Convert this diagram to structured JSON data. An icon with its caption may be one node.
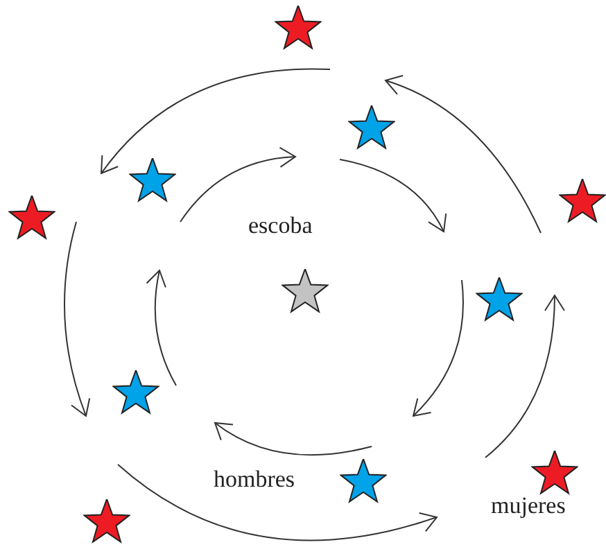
{
  "diagram": {
    "nodes": [
      {
        "text": [],
        "shape": "star"
      },
      {
        "text": [],
        "shape": "star"
      },
      {
        "text": [],
        "shape": "star"
      },
      {
        "text": [],
        "shape": "star"
      },
      {
        "text": [],
        "shape": "star"
      },
      {
        "text": [],
        "shape": "star",
        "beside": [
          "escoba"
        ]
      },
      {
        "text": [],
        "shape": "star"
      },
      {
        "text": [],
        "shape": "star"
      },
      {
        "text": [],
        "shape": "star",
        "beside": [
          "mujeres"
        ]
      },
      {
        "text": [],
        "shape": "star",
        "beside": [
          "hombres"
        ]
      },
      {
        "text": [],
        "shape": "star"
      }
    ]
  }
}
